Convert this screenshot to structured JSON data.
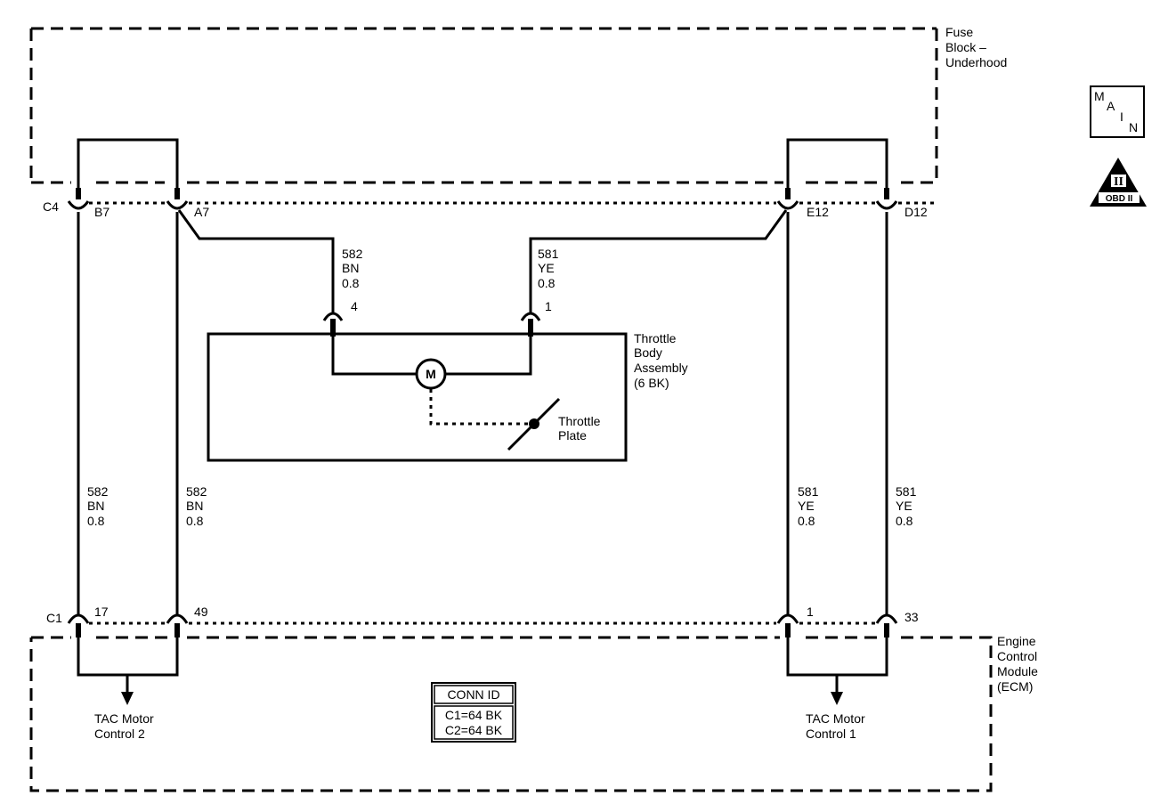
{
  "fuse_block": {
    "line1": "Fuse",
    "line2": "Block –",
    "line3": "Underhood"
  },
  "ecm": {
    "line1": "Engine",
    "line2": "Control",
    "line3": "Module",
    "line4": "(ECM)"
  },
  "badges": {
    "main": {
      "m": "M",
      "a": "A",
      "i": "I",
      "n": "N"
    },
    "obd": {
      "top": "II",
      "bottom": "OBD II"
    }
  },
  "connectors_top": {
    "c4": "C4",
    "b7": "B7",
    "a7": "A7",
    "e12": "E12",
    "d12": "D12"
  },
  "connectors_bottom": {
    "c1": "C1",
    "p17": "17",
    "p49": "49",
    "p1": "1",
    "p33": "33"
  },
  "wires": {
    "w582": {
      "circuit": "582",
      "color": "BN",
      "size": "0.8"
    },
    "w581": {
      "circuit": "581",
      "color": "YE",
      "size": "0.8"
    }
  },
  "throttle_body": {
    "pin4": "4",
    "pin1": "1",
    "line1": "Throttle",
    "line2": "Body",
    "line3": "Assembly",
    "line4": "(6 BK)",
    "motor": "M",
    "plate1": "Throttle",
    "plate2": "Plate"
  },
  "outputs": {
    "left": {
      "line1": "TAC Motor",
      "line2": "Control 2"
    },
    "right": {
      "line1": "TAC Motor",
      "line2": "Control 1"
    }
  },
  "conn_id": {
    "title": "CONN ID",
    "c1": "C1=64 BK",
    "c2": "C2=64 BK"
  }
}
